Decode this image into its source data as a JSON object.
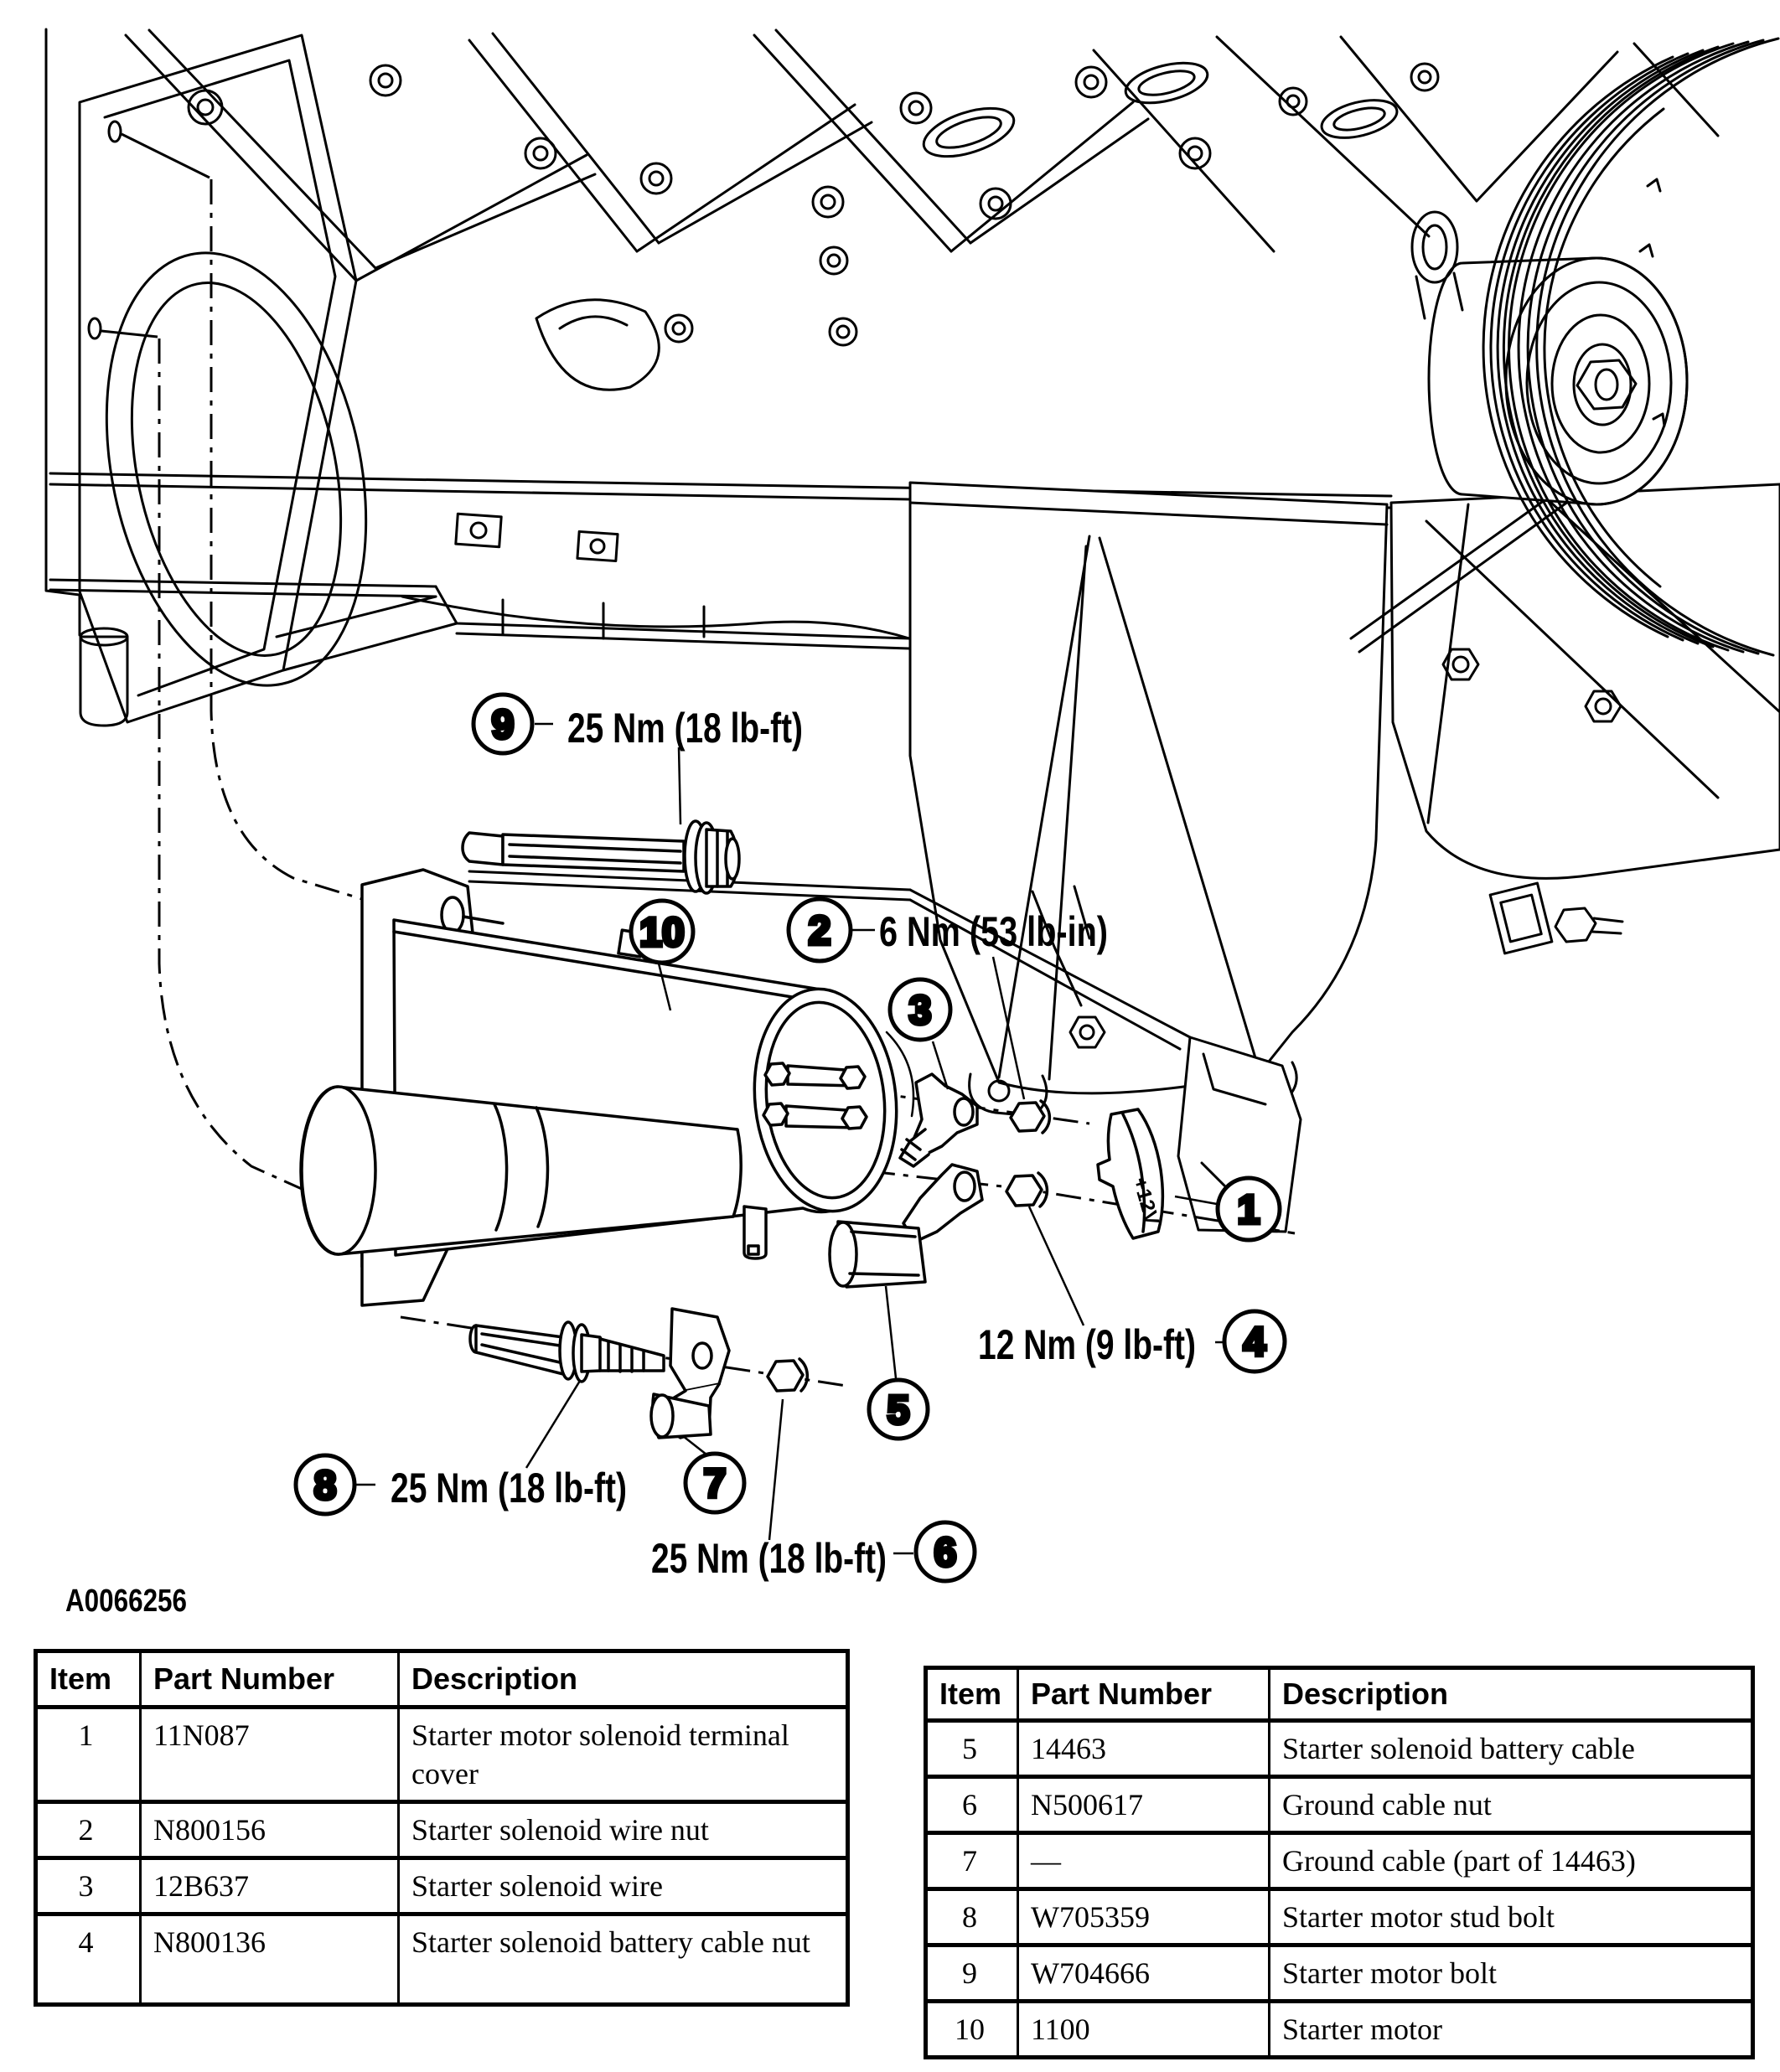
{
  "figure": {
    "code": "A0066256"
  },
  "labels": {
    "torque_9": "25 Nm (18 lb-ft)",
    "torque_2": "6 Nm (53 lb-in)",
    "torque_4": "12 Nm (9 lb-ft)",
    "torque_8": "25 Nm (18 lb-ft)",
    "torque_6": "25 Nm (18 lb-ft)",
    "cover_marking": "+12V"
  },
  "callouts": [
    {
      "num": "1"
    },
    {
      "num": "2"
    },
    {
      "num": "3"
    },
    {
      "num": "4"
    },
    {
      "num": "5"
    },
    {
      "num": "6"
    },
    {
      "num": "7"
    },
    {
      "num": "8"
    },
    {
      "num": "9"
    },
    {
      "num": "10"
    }
  ],
  "tables": {
    "left": {
      "headers": [
        "Item",
        "Part Number",
        "Description"
      ],
      "rows": [
        {
          "item": "1",
          "part": "11N087",
          "desc": "Starter motor solenoid terminal cover"
        },
        {
          "item": "2",
          "part": "N800156",
          "desc": "Starter solenoid wire nut"
        },
        {
          "item": "3",
          "part": "12B637",
          "desc": "Starter solenoid wire"
        },
        {
          "item": "4",
          "part": "N800136",
          "desc": "Starter solenoid battery cable nut"
        }
      ]
    },
    "right": {
      "headers": [
        "Item",
        "Part Number",
        "Description"
      ],
      "rows": [
        {
          "item": "5",
          "part": "14463",
          "desc": "Starter solenoid battery cable"
        },
        {
          "item": "6",
          "part": "N500617",
          "desc": "Ground cable nut"
        },
        {
          "item": "7",
          "part": "—",
          "desc": "Ground cable (part of 14463)"
        },
        {
          "item": "8",
          "part": "W705359",
          "desc": "Starter motor stud bolt"
        },
        {
          "item": "9",
          "part": "W704666",
          "desc": "Starter motor bolt"
        },
        {
          "item": "10",
          "part": "1100",
          "desc": "Starter motor"
        }
      ]
    }
  }
}
